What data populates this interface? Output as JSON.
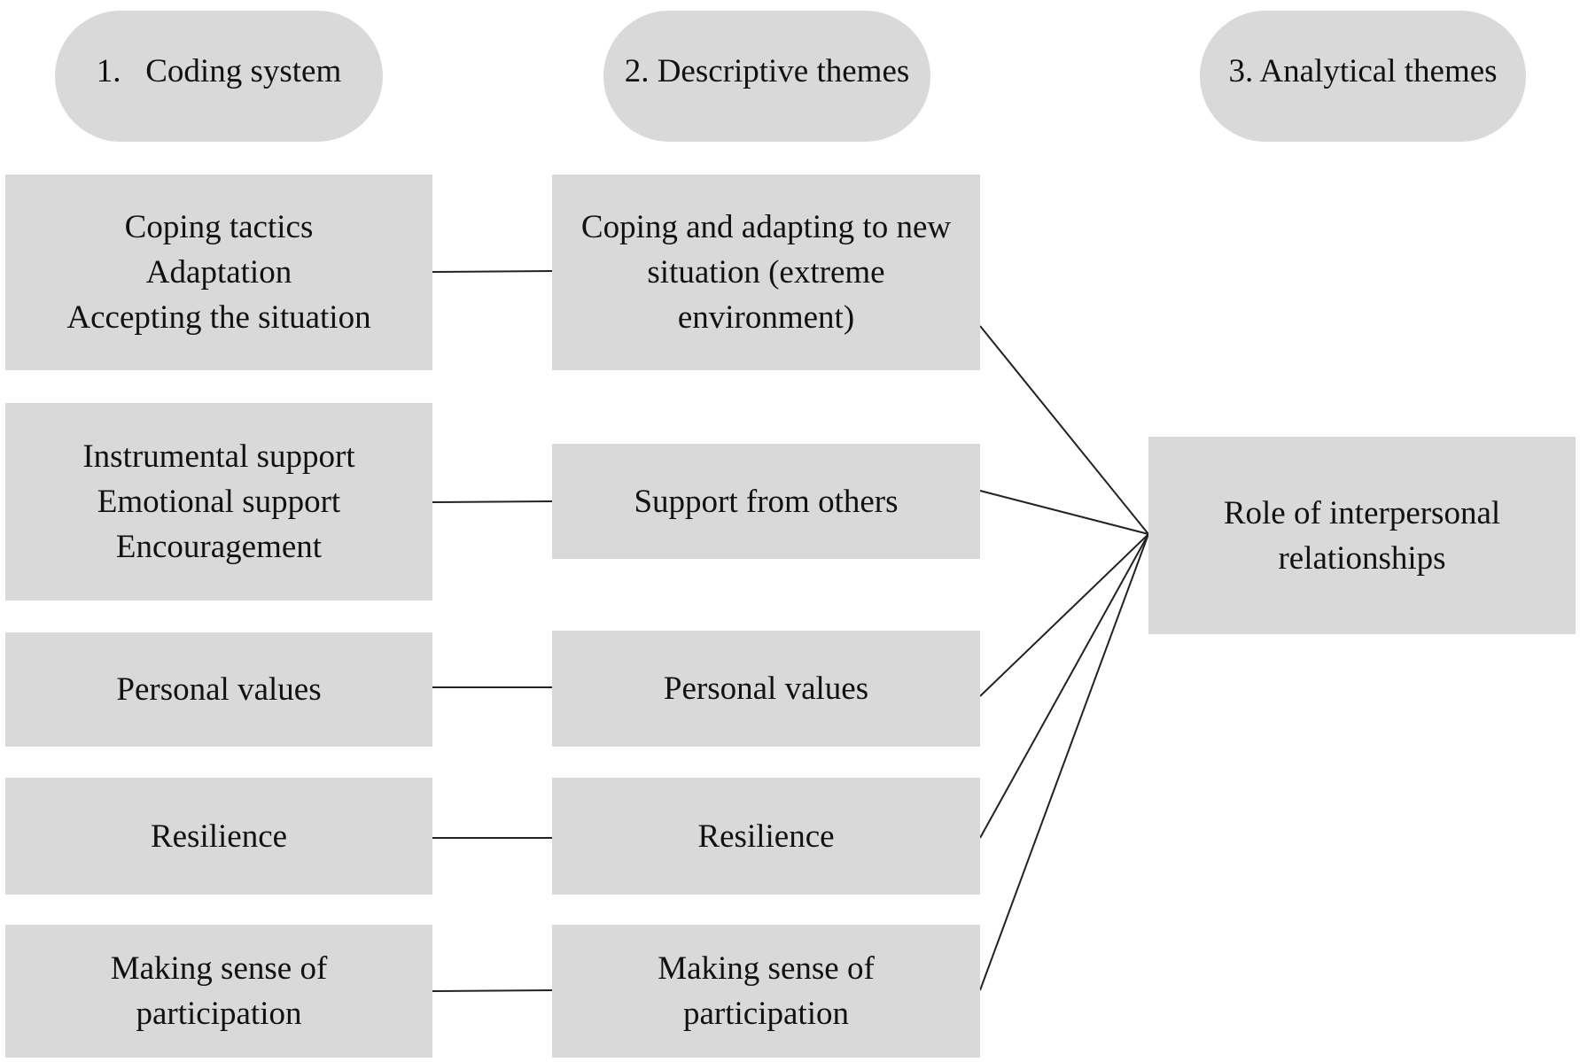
{
  "headers": [
    {
      "id": "coding",
      "label": "1.   Coding system"
    },
    {
      "id": "descriptive",
      "label": "2. Descriptive themes"
    },
    {
      "id": "analytical",
      "label": "3. Analytical themes"
    }
  ],
  "coding_boxes": [
    {
      "lines": [
        "Coping tactics",
        "Adaptation",
        "Accepting the situation"
      ]
    },
    {
      "lines": [
        "Instrumental support",
        "Emotional support",
        "Encouragement"
      ]
    },
    {
      "lines": [
        "Personal values"
      ]
    },
    {
      "lines": [
        "Resilience"
      ]
    },
    {
      "lines": [
        "Making sense of",
        "participation"
      ]
    }
  ],
  "descriptive_boxes": [
    {
      "lines": [
        "Coping and adapting to new",
        "situation (extreme",
        "environment)"
      ]
    },
    {
      "lines": [
        "Support from others"
      ]
    },
    {
      "lines": [
        "Personal values"
      ]
    },
    {
      "lines": [
        "Resilience"
      ]
    },
    {
      "lines": [
        "Making sense of",
        "participation"
      ]
    }
  ],
  "analytical_box": {
    "lines": [
      "Role of interpersonal",
      "relationships"
    ]
  },
  "colors": {
    "box_fill": "#d9d9d9",
    "line": "#222222"
  }
}
